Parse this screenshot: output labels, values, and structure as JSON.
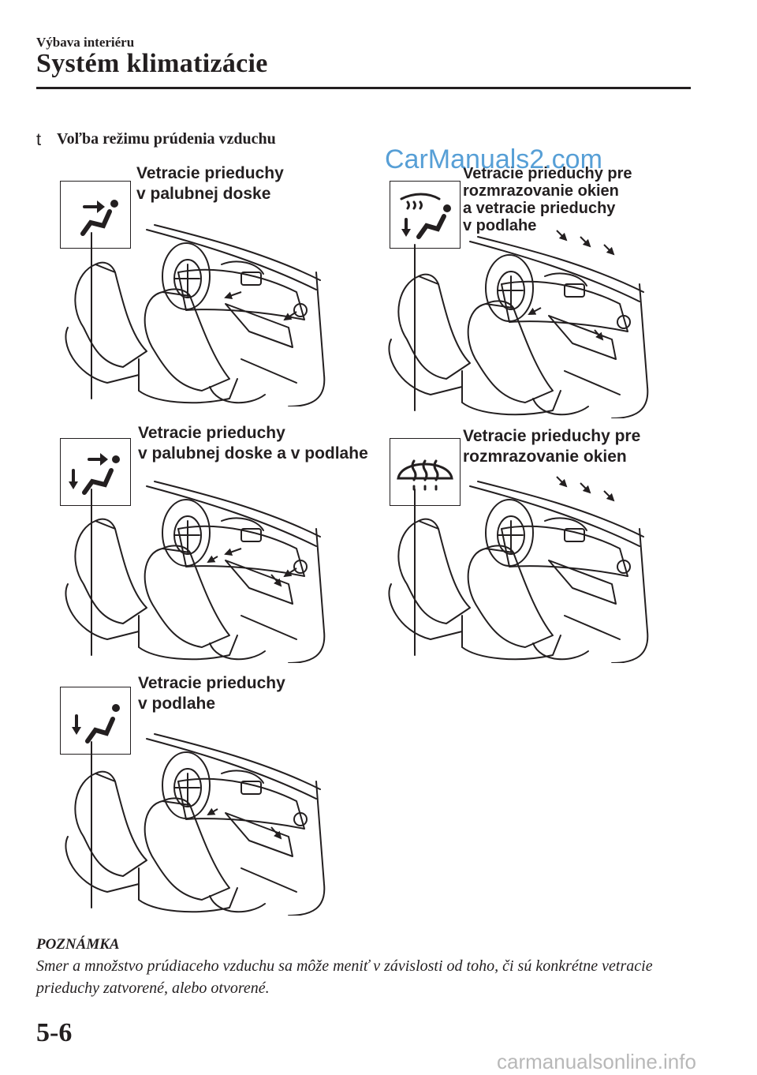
{
  "header": {
    "section": "Výbava interiéru",
    "chapter_title": "Systém klimatizácie"
  },
  "content": {
    "bullet": "t",
    "heading": "Voľba režimu prúdenia vzduchu",
    "modes": [
      {
        "label": "Vetracie prieduchy\nv palubnej doske",
        "icon": "face-vent-icon"
      },
      {
        "label": "Vetracie prieduchy pre\nrozmrazovanie okien\na vetracie prieduchy\nv podlahe",
        "icon": "defrost-floor-icon"
      },
      {
        "label": "Vetracie prieduchy\nv palubnej doske a v podlahe",
        "icon": "bilevel-vent-icon"
      },
      {
        "label": "Vetracie prieduchy pre\nrozmrazovanie okien",
        "icon": "windshield-defrost-icon"
      },
      {
        "label": "Vetracie prieduchy\nv podlahe",
        "icon": "floor-vent-icon"
      }
    ]
  },
  "note": {
    "title": "POZNÁMKA",
    "text": "Smer a množstvo prúdiaceho vzduchu sa môže meniť v závislosti od toho, či sú konkrétne vetracie prieduchy zatvorené, alebo otvorené."
  },
  "footer": {
    "page_number": "5-6",
    "watermark_top": "CarManuals2.com",
    "watermark_bottom": "carmanualsonline.info"
  }
}
